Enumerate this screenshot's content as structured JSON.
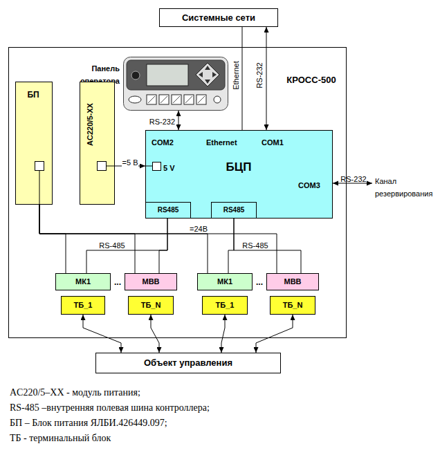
{
  "diagram": {
    "nodes": [
      {
        "text": [
          "Системные сети"
        ]
      },
      {
        "text": [
          "КРОСС-500"
        ]
      },
      {
        "text": [
          "Панель оператора"
        ],
        "in": 1
      },
      {
        "text": [
          "БП"
        ],
        "in": 1
      },
      {
        "text": [
          "AC220/5-XX"
        ],
        "in": 1
      },
      {
        "text": [
          "COM2",
          "Ethernet",
          "COM1",
          "БЦП",
          "COM3",
          "5 V"
        ],
        "in": 1
      },
      {
        "text": [
          "RS485"
        ],
        "in": 5
      },
      {
        "text": [
          "RS485"
        ],
        "in": 5
      },
      {
        "text": [
          "МК1"
        ],
        "in": 1
      },
      {
        "text": [
          "МВВ"
        ],
        "in": 1
      },
      {
        "text": [
          "МК1"
        ],
        "in": 1
      },
      {
        "text": [
          "МВВ"
        ],
        "in": 1
      },
      {
        "text": [
          "ТБ_1"
        ],
        "in": 1
      },
      {
        "text": [
          "ТБ_N"
        ],
        "in": 1
      },
      {
        "text": [
          "ТБ_1"
        ],
        "in": 1
      },
      {
        "text": [
          "ТБ_N"
        ],
        "in": 1
      },
      {
        "text": [
          "Объект управления"
        ]
      }
    ],
    "edges": [
      {
        "from": 0,
        "to": 5,
        "arrow": "none",
        "label": "Ethernet"
      },
      {
        "from": 0,
        "to": 5,
        "arrow": "both",
        "label": "RS-232"
      },
      {
        "from": 2,
        "to": 5,
        "arrow": "both",
        "label": "RS-232"
      },
      {
        "from": 4,
        "to": 5,
        "arrow": "to",
        "label": "=5 В"
      },
      {
        "from": 3,
        "to": 8,
        "arrow": "none"
      },
      {
        "from": 3,
        "to": 9,
        "arrow": "none"
      },
      {
        "from": 3,
        "to": 10,
        "arrow": "none",
        "label": "=24В"
      },
      {
        "from": 3,
        "to": 11,
        "arrow": "none"
      },
      {
        "from": 6,
        "to": 8,
        "arrow": "none",
        "label": "RS-485"
      },
      {
        "from": 6,
        "to": 9,
        "arrow": "none"
      },
      {
        "from": 7,
        "to": 10,
        "arrow": "none"
      },
      {
        "from": 7,
        "to": 11,
        "arrow": "none",
        "label": "RS-485"
      },
      {
        "from": 12,
        "to": 16,
        "arrow": "both"
      },
      {
        "from": 13,
        "to": 16,
        "arrow": "both"
      },
      {
        "from": 14,
        "to": 16,
        "arrow": "both"
      },
      {
        "from": 15,
        "to": 16,
        "arrow": "both"
      }
    ],
    "labels": [
      "RS-232",
      "Канал резервирования",
      "...",
      "...",
      "AC220/5–XX - модуль питания;",
      "RS-485 –внутренняя полевая шина контроллера;",
      "БП – Блок питания ЯЛБИ.426449.097;",
      "ТБ - терминальный блок"
    ]
  }
}
